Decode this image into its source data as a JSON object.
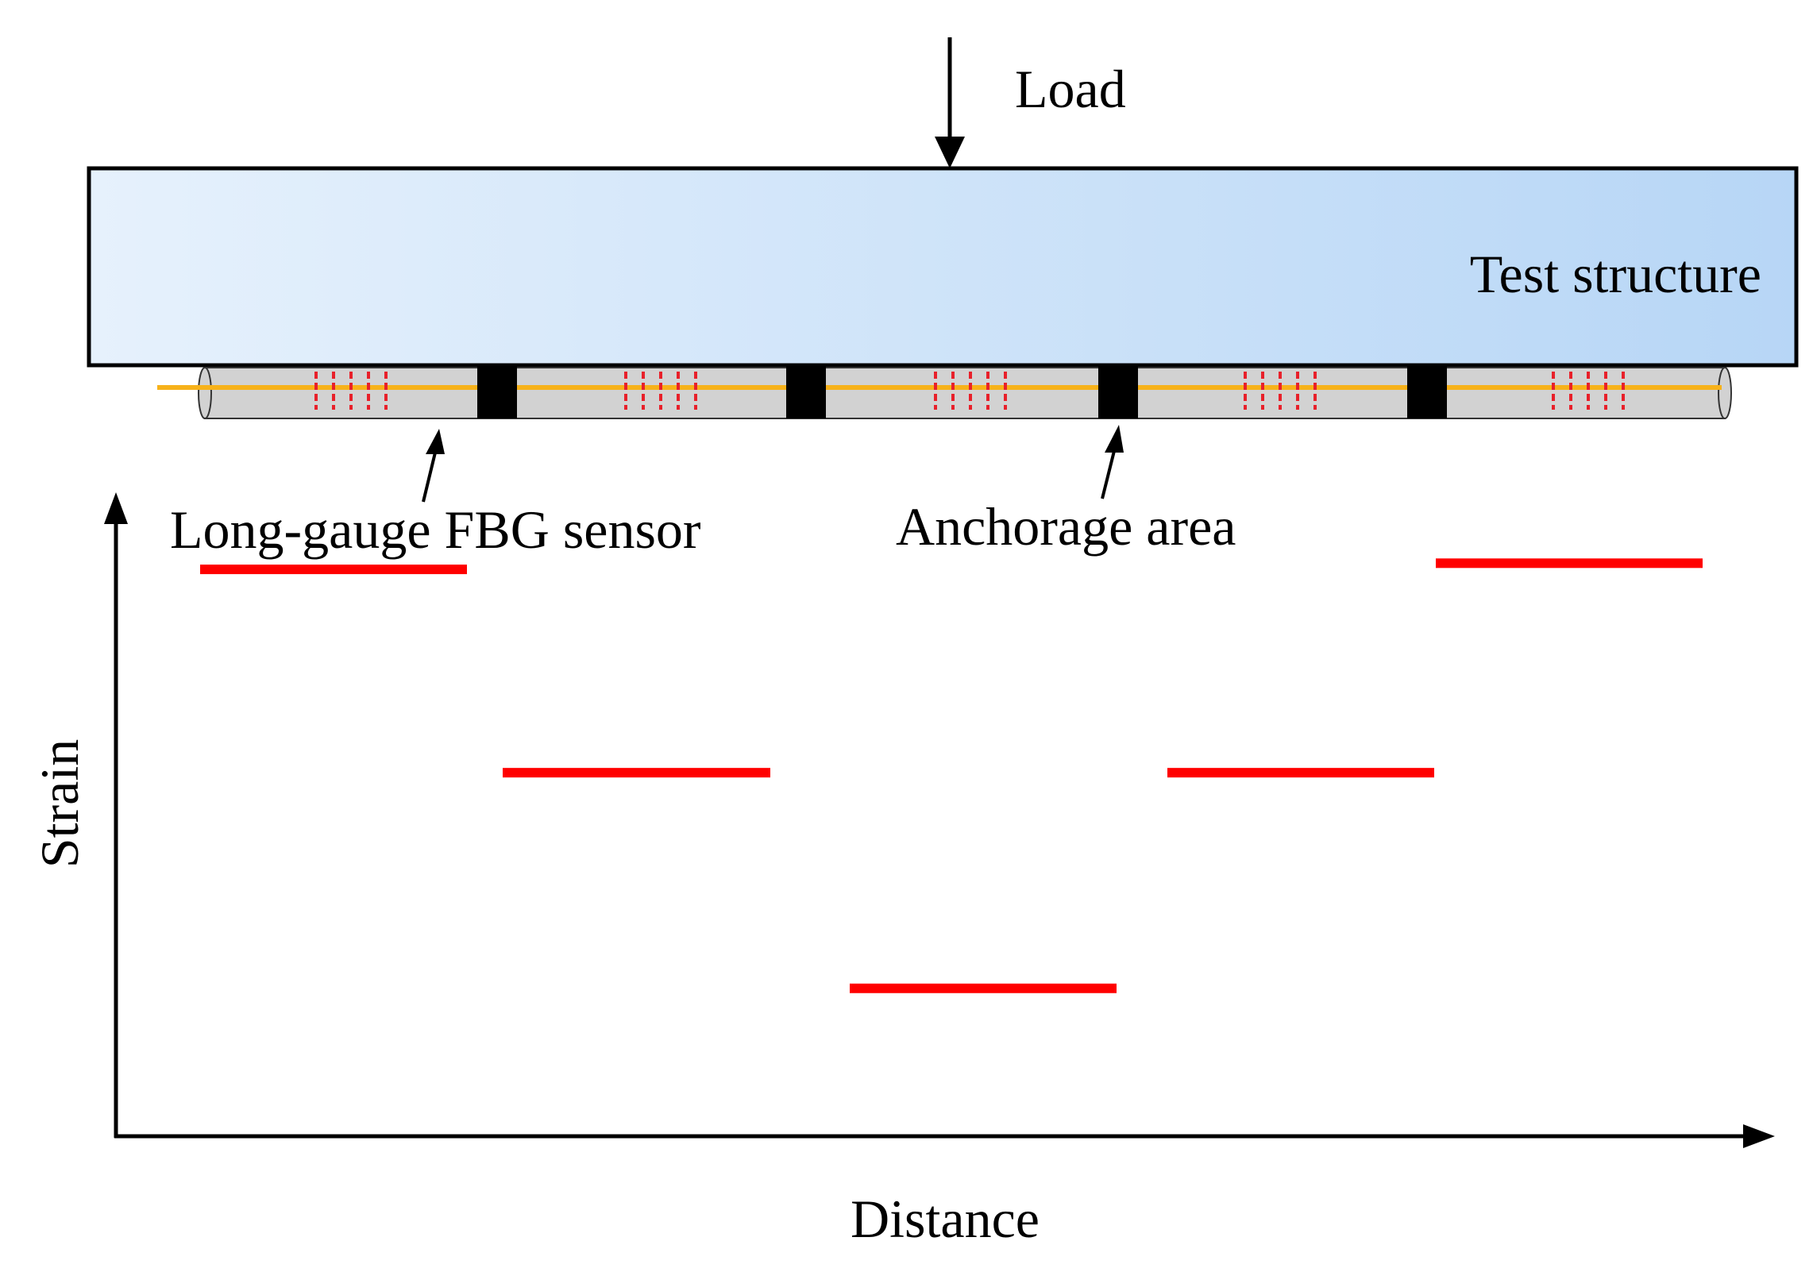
{
  "labels": {
    "load": "Load",
    "test_structure": "Test structure",
    "sensor": "Long-gauge FBG sensor",
    "anchorage": "Anchorage area",
    "y_axis": "Strain",
    "x_axis": "Distance"
  },
  "colors": {
    "beam_light": "#e6f1fc",
    "beam_dark": "#b7d6f6",
    "tube": "#d2d2d2",
    "fiber": "#f7b21a",
    "grating": "#e8202a",
    "anchor": "#000000",
    "strain_segment": "#ff0000"
  },
  "strain_profile": {
    "description_none": "",
    "segments": [
      {
        "gauge": 1,
        "level": 0.92
      },
      {
        "gauge": 2,
        "level": 0.59
      },
      {
        "gauge": 3,
        "level": 0.24
      },
      {
        "gauge": 4,
        "level": 0.59
      },
      {
        "gauge": 5,
        "level": 0.93
      }
    ]
  }
}
